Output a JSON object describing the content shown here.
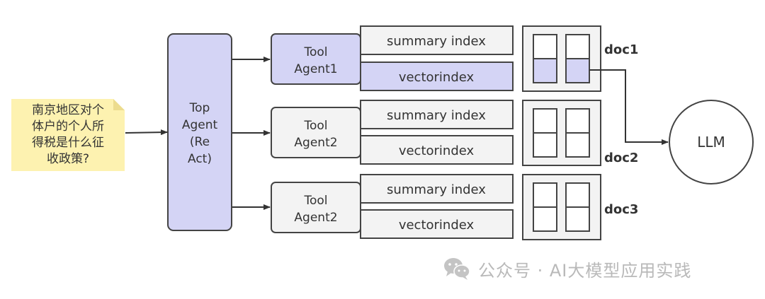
{
  "question": {
    "lines": [
      "南京地区对个",
      "体户的个人所",
      "得税是什么征",
      "收政策?"
    ]
  },
  "top_agent": {
    "lines": [
      "Top",
      "Agent",
      "(Re",
      "Act)"
    ]
  },
  "tool_agents": [
    {
      "lines": [
        "Tool",
        "Agent1"
      ],
      "highlighted": true
    },
    {
      "lines": [
        "Tool",
        "Agent2"
      ],
      "highlighted": false
    },
    {
      "lines": [
        "Tool",
        "Agent2"
      ],
      "highlighted": false
    }
  ],
  "indexes": [
    {
      "summary": "summary index",
      "vector": "vectorindex",
      "vector_highlighted": true
    },
    {
      "summary": "summary index",
      "vector": "vectorindex",
      "vector_highlighted": false
    },
    {
      "summary": "summary index",
      "vector": "vectorindex",
      "vector_highlighted": false
    }
  ],
  "docs": [
    {
      "label": "doc1",
      "chunks_highlighted": true
    },
    {
      "label": "doc2",
      "chunks_highlighted": false
    },
    {
      "label": "doc3",
      "chunks_highlighted": false
    }
  ],
  "llm": {
    "label": "LLM"
  },
  "watermark": {
    "text": "公众号 · AI大模型应用实践",
    "icon": "wechat-icon"
  },
  "colors": {
    "highlight": "#d4d4f5",
    "box_fill": "#f3f3f3",
    "stroke": "#444444",
    "note": "#fdf2b0"
  }
}
